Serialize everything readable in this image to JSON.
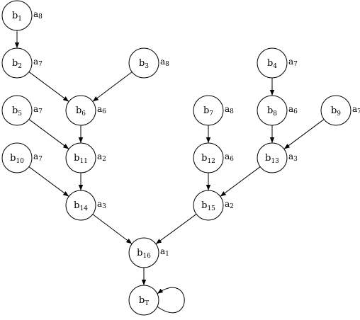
{
  "nodes": [
    {
      "id": "b1",
      "base": "b",
      "sub": "1",
      "anno_base": "a",
      "anno_sub": "8"
    },
    {
      "id": "b2",
      "base": "b",
      "sub": "2",
      "anno_base": "a",
      "anno_sub": "7"
    },
    {
      "id": "b3",
      "base": "b",
      "sub": "3",
      "anno_base": "a",
      "anno_sub": "8"
    },
    {
      "id": "b4",
      "base": "b",
      "sub": "4",
      "anno_base": "a",
      "anno_sub": "7"
    },
    {
      "id": "b5",
      "base": "b",
      "sub": "5",
      "anno_base": "a",
      "anno_sub": "7"
    },
    {
      "id": "b6",
      "base": "b",
      "sub": "6",
      "anno_base": "a",
      "anno_sub": "6"
    },
    {
      "id": "b7",
      "base": "b",
      "sub": "7",
      "anno_base": "a",
      "anno_sub": "8"
    },
    {
      "id": "b8",
      "base": "b",
      "sub": "8",
      "anno_base": "a",
      "anno_sub": "6"
    },
    {
      "id": "b9",
      "base": "b",
      "sub": "9",
      "anno_base": "a",
      "anno_sub": "7"
    },
    {
      "id": "b10",
      "base": "b",
      "sub": "10",
      "anno_base": "a",
      "anno_sub": "7"
    },
    {
      "id": "b11",
      "base": "b",
      "sub": "11",
      "anno_base": "a",
      "anno_sub": "2"
    },
    {
      "id": "b12",
      "base": "b",
      "sub": "12",
      "anno_base": "a",
      "anno_sub": "6"
    },
    {
      "id": "b13",
      "base": "b",
      "sub": "13",
      "anno_base": "a",
      "anno_sub": "3"
    },
    {
      "id": "b14",
      "base": "b",
      "sub": "14",
      "anno_base": "a",
      "anno_sub": "3"
    },
    {
      "id": "b15",
      "base": "b",
      "sub": "15",
      "anno_base": "a",
      "anno_sub": "2"
    },
    {
      "id": "b16",
      "base": "b",
      "sub": "16",
      "anno_base": "a",
      "anno_sub": "1"
    },
    {
      "id": "bT",
      "base": "b",
      "sub": "T",
      "anno_base": "",
      "anno_sub": ""
    }
  ],
  "edges": [
    {
      "from": "b1",
      "to": "b2"
    },
    {
      "from": "b2",
      "to": "b6"
    },
    {
      "from": "b3",
      "to": "b6"
    },
    {
      "from": "b6",
      "to": "b11"
    },
    {
      "from": "b5",
      "to": "b11"
    },
    {
      "from": "b11",
      "to": "b14"
    },
    {
      "from": "b10",
      "to": "b14"
    },
    {
      "from": "b14",
      "to": "b16"
    },
    {
      "from": "b4",
      "to": "b8"
    },
    {
      "from": "b8",
      "to": "b13"
    },
    {
      "from": "b9",
      "to": "b13"
    },
    {
      "from": "b7",
      "to": "b12"
    },
    {
      "from": "b12",
      "to": "b15"
    },
    {
      "from": "b13",
      "to": "b15"
    },
    {
      "from": "b15",
      "to": "b16"
    },
    {
      "from": "b16",
      "to": "bT"
    },
    {
      "from": "bT",
      "to": "bT"
    }
  ]
}
